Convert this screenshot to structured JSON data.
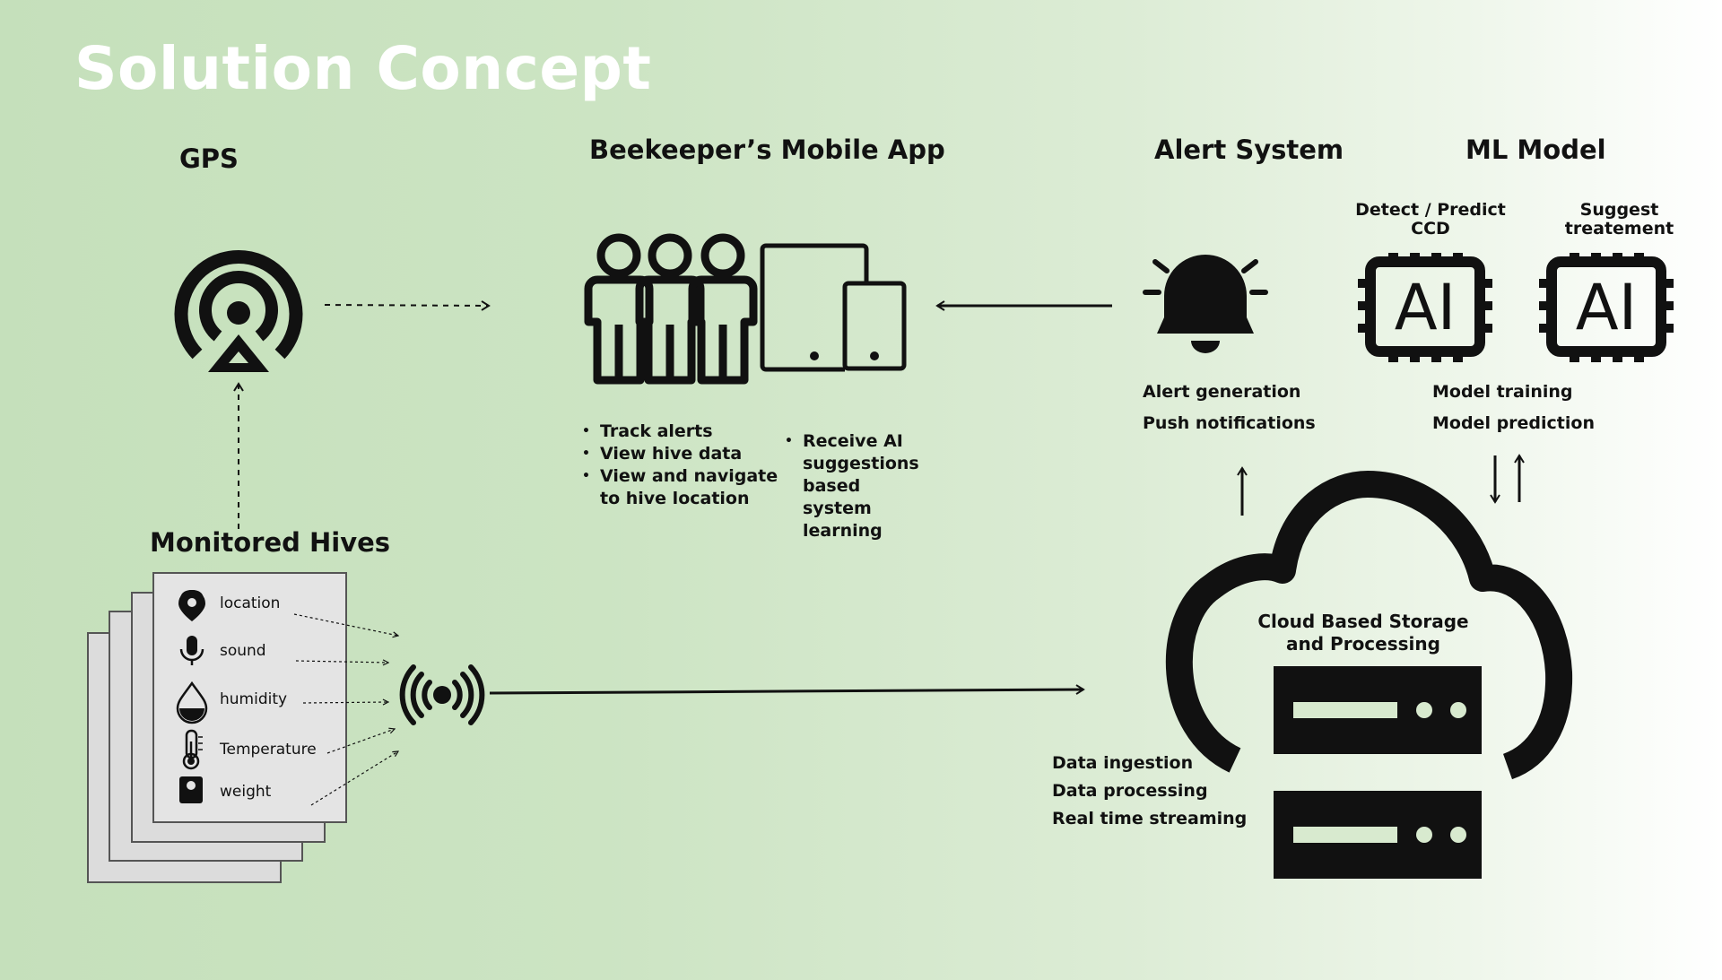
{
  "title": "Solution Concept",
  "gps": {
    "heading": "GPS"
  },
  "mobile_app": {
    "heading": "Beekeeper’s Mobile App",
    "features_left": [
      "Track alerts",
      "View hive data",
      "View and navigate to hive location"
    ],
    "features_right": [
      "Receive AI suggestions based system learning"
    ]
  },
  "alert_system": {
    "heading": "Alert System",
    "items": [
      "Alert generation",
      "Push notifications"
    ]
  },
  "ml_model": {
    "heading": "ML Model",
    "chip_left_label": "Detect / Predict CCD",
    "chip_right_label": "Suggest treatement",
    "chip_text": "AI",
    "items": [
      "Model training",
      "Model prediction"
    ]
  },
  "hives": {
    "heading": "Monitored Hives",
    "sensors": [
      {
        "label": "location",
        "icon": "location-pin-icon"
      },
      {
        "label": "sound",
        "icon": "microphone-icon"
      },
      {
        "label": "humidity",
        "icon": "water-drop-icon"
      },
      {
        "label": "Temperature",
        "icon": "thermometer-icon"
      },
      {
        "label": "weight",
        "icon": "scale-icon"
      }
    ]
  },
  "cloud": {
    "label": "Cloud Based Storage and Processing",
    "items": [
      "Data ingestion",
      "Data processing",
      "Real time streaming"
    ]
  },
  "colors": {
    "background_start": "#c5e0bb",
    "background_end": "#ffffff",
    "ink": "#111111",
    "title": "#ffffff"
  }
}
